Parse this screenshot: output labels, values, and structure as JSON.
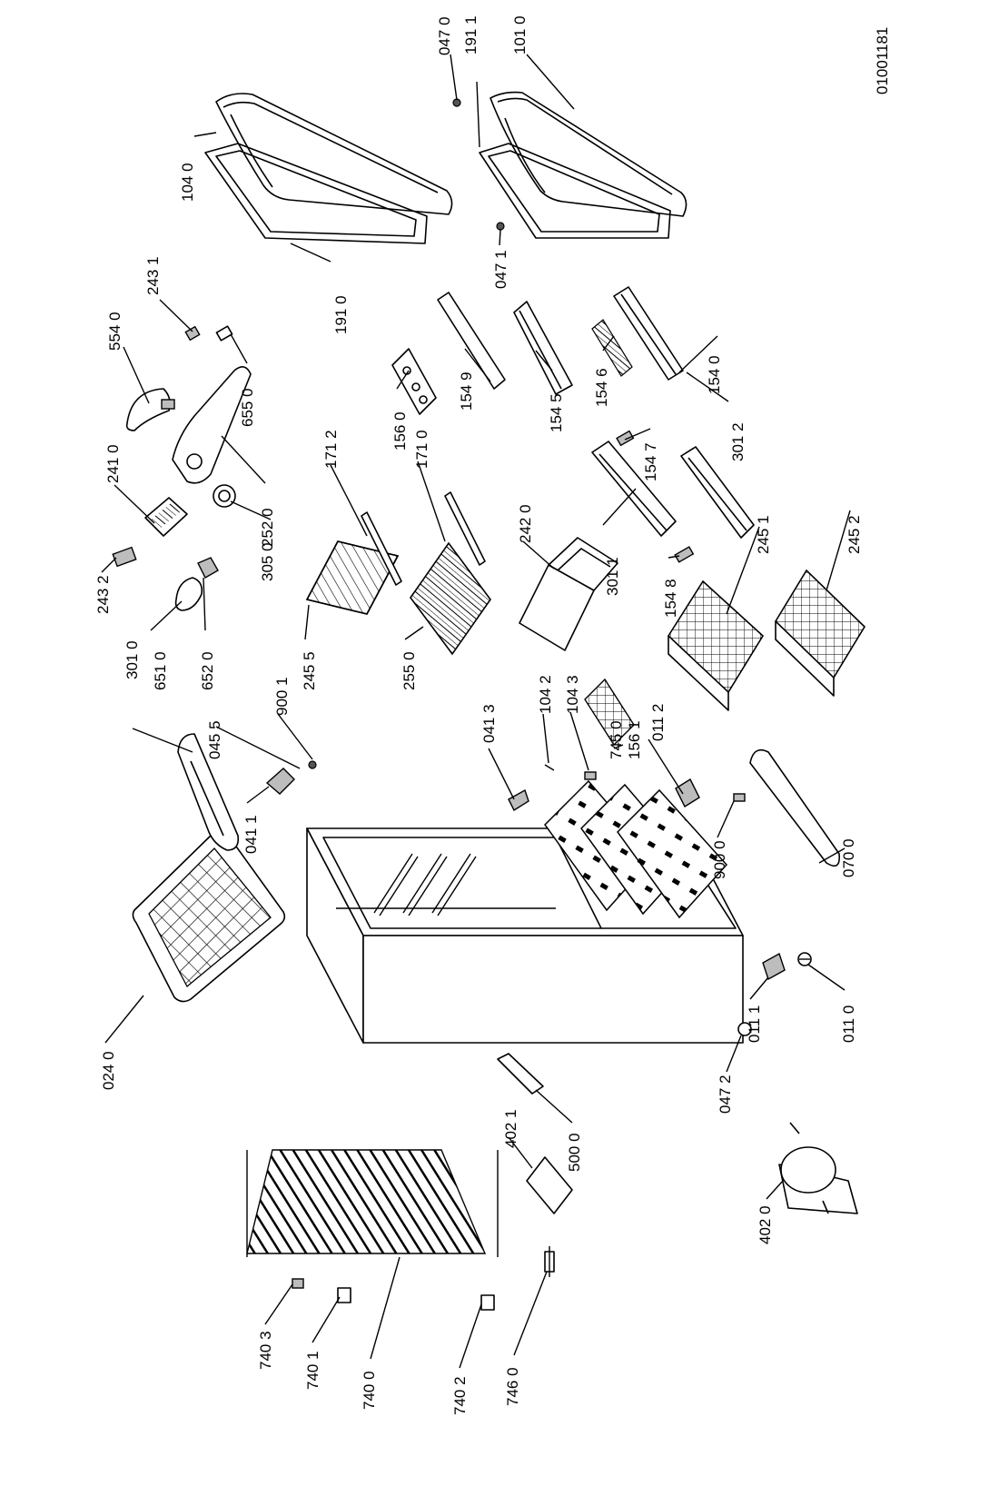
{
  "diagram": {
    "ref_code": "01001181",
    "parts": [
      {
        "id": "p047_0",
        "label": "047 0"
      },
      {
        "id": "p191_1",
        "label": "191 1"
      },
      {
        "id": "p101_0",
        "label": "101 0"
      },
      {
        "id": "p104_0",
        "label": "104 0"
      },
      {
        "id": "p047_1",
        "label": "047 1"
      },
      {
        "id": "p243_1",
        "label": "243 1"
      },
      {
        "id": "p191_0",
        "label": "191 0"
      },
      {
        "id": "p554_0",
        "label": "554 0"
      },
      {
        "id": "p655_0",
        "label": "655 0"
      },
      {
        "id": "p156_0",
        "label": "156 0"
      },
      {
        "id": "p154_9",
        "label": "154 9"
      },
      {
        "id": "p154_5",
        "label": "154 5"
      },
      {
        "id": "p154_6",
        "label": "154 6"
      },
      {
        "id": "p154_0",
        "label": "154 0"
      },
      {
        "id": "p301_2",
        "label": "301 2"
      },
      {
        "id": "p241_0",
        "label": "241 0"
      },
      {
        "id": "p252_0",
        "label": "252 0"
      },
      {
        "id": "p171_2",
        "label": "171 2"
      },
      {
        "id": "p171_0",
        "label": "171 0"
      },
      {
        "id": "p154_7",
        "label": "154 7"
      },
      {
        "id": "p305_0",
        "label": "305 0"
      },
      {
        "id": "p242_0",
        "label": "242 0"
      },
      {
        "id": "p301_1",
        "label": "301 1"
      },
      {
        "id": "p154_8",
        "label": "154 8"
      },
      {
        "id": "p245_1",
        "label": "245 1"
      },
      {
        "id": "p245_2",
        "label": "245 2"
      },
      {
        "id": "p243_2",
        "label": "243 2"
      },
      {
        "id": "p301_0",
        "label": "301 0"
      },
      {
        "id": "p651_0",
        "label": "651 0"
      },
      {
        "id": "p652_0",
        "label": "652 0"
      },
      {
        "id": "p045_5",
        "label": "045 5"
      },
      {
        "id": "p900_1",
        "label": "900 1"
      },
      {
        "id": "p245_5",
        "label": "245 5"
      },
      {
        "id": "p255_0",
        "label": "255 0"
      },
      {
        "id": "p041_3",
        "label": "041 3"
      },
      {
        "id": "p104_2",
        "label": "104 2"
      },
      {
        "id": "p104_3",
        "label": "104 3"
      },
      {
        "id": "p745_0",
        "label": "745 0"
      },
      {
        "id": "p156_1",
        "label": "156 1"
      },
      {
        "id": "p011_2",
        "label": "011 2"
      },
      {
        "id": "p041_1",
        "label": "041 1"
      },
      {
        "id": "p900_0",
        "label": "900 0"
      },
      {
        "id": "p070_0",
        "label": "070 0"
      },
      {
        "id": "p024_0",
        "label": "024 0"
      },
      {
        "id": "p011_1",
        "label": "011 1"
      },
      {
        "id": "p011_0",
        "label": "011 0"
      },
      {
        "id": "p047_2",
        "label": "047 2"
      },
      {
        "id": "p402_1",
        "label": "402 1"
      },
      {
        "id": "p500_0",
        "label": "500 0"
      },
      {
        "id": "p402_0",
        "label": "402 0"
      },
      {
        "id": "p740_3",
        "label": "740 3"
      },
      {
        "id": "p740_1",
        "label": "740 1"
      },
      {
        "id": "p740_0",
        "label": "740 0"
      },
      {
        "id": "p740_2",
        "label": "740 2"
      },
      {
        "id": "p746_0",
        "label": "746 0"
      }
    ]
  }
}
